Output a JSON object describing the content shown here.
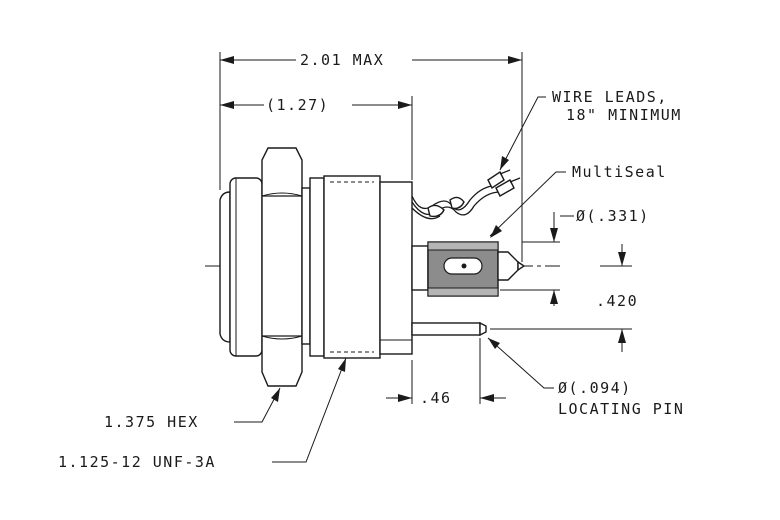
{
  "dimensions": {
    "overall_length": "2.01 MAX",
    "body_length": "(1.27)",
    "seal_diameter": "Ø(.331)",
    "pin_offset": ".420",
    "pin_extension": ".46"
  },
  "callouts": {
    "wire_leads_line1": "WIRE LEADS,",
    "wire_leads_line2": "18\" MINIMUM",
    "multiseal": "MultiSeal",
    "pin_diameter": "Ø(.094)",
    "locating_pin": "LOCATING PIN",
    "hex": "1.375 HEX",
    "thread": "1.125-12 UNF-3A"
  },
  "colors": {
    "line": "#1a1a1a",
    "seal_fill": "#8c8c8c",
    "background": "#ffffff"
  }
}
